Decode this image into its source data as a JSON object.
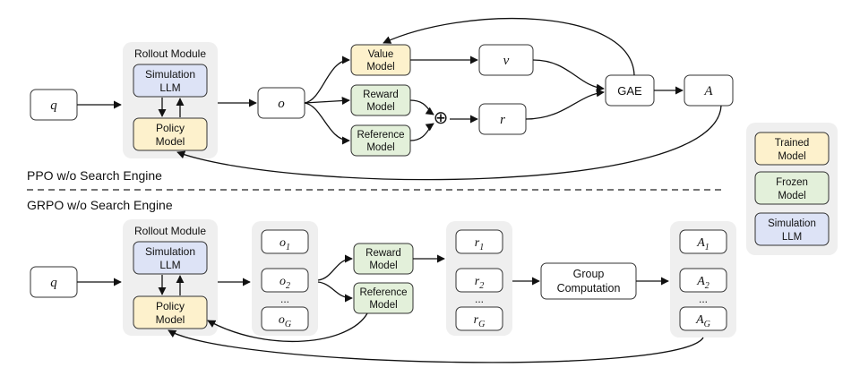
{
  "colors": {
    "trained": "#fdf1cc",
    "frozen": "#e3f0da",
    "simulation": "#dde3f6",
    "group_bg": "#efefef",
    "stroke": "#333333"
  },
  "ppo": {
    "section_label": "PPO w/o Search Engine",
    "query": "q",
    "rollout_title": "Rollout Module",
    "simulation_llm": [
      "Simulation",
      "LLM"
    ],
    "policy_model": [
      "Policy",
      "Model"
    ],
    "output": "o",
    "value_model": [
      "Value",
      "Model"
    ],
    "reward_model": [
      "Reward",
      "Model"
    ],
    "reference_model": [
      "Reference",
      "Model"
    ],
    "value": "v",
    "reward": "r",
    "plus": "⊕",
    "gae": "GAE",
    "advantage": "A"
  },
  "grpo": {
    "section_label": "GRPO w/o Search Engine",
    "query": "q",
    "rollout_title": "Rollout Module",
    "simulation_llm": [
      "Simulation",
      "LLM"
    ],
    "policy_model": [
      "Policy",
      "Model"
    ],
    "outputs": [
      {
        "base": "o",
        "sub": "1"
      },
      {
        "base": "o",
        "sub": "2"
      },
      {
        "base": "o",
        "sub": "G"
      }
    ],
    "reward_model": [
      "Reward",
      "Model"
    ],
    "reference_model": [
      "Reference",
      "Model"
    ],
    "rewards": [
      {
        "base": "r",
        "sub": "1"
      },
      {
        "base": "r",
        "sub": "2"
      },
      {
        "base": "r",
        "sub": "G"
      }
    ],
    "group_computation": [
      "Group",
      "Computation"
    ],
    "advantages": [
      {
        "base": "A",
        "sub": "1"
      },
      {
        "base": "A",
        "sub": "2"
      },
      {
        "base": "A",
        "sub": "G"
      }
    ],
    "ellipsis": "..."
  },
  "legend": {
    "trained": [
      "Trained",
      "Model"
    ],
    "frozen": [
      "Frozen",
      "Model"
    ],
    "simulation": [
      "Simulation",
      "LLM"
    ]
  }
}
